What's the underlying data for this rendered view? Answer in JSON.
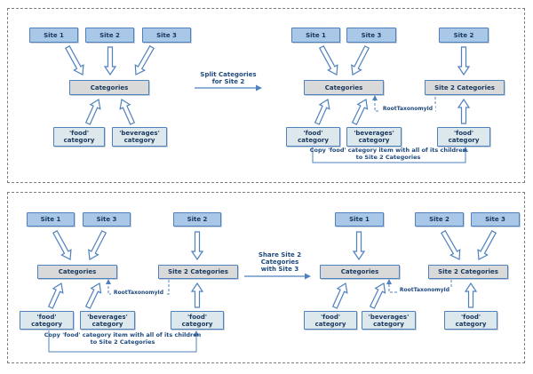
{
  "panel1": {
    "before": {
      "site1": "Site 1",
      "site2": "Site 2",
      "site3": "Site 3",
      "categories": "Categories",
      "food": [
        "'food'",
        "category"
      ],
      "beverages": [
        "'beverages'",
        "category"
      ]
    },
    "transition": [
      "Split Categories",
      "for Site 2"
    ],
    "after": {
      "site1": "Site 1",
      "site3": "Site 3",
      "site2": "Site 2",
      "categories": "Categories",
      "site2_categories": "Site 2 Categories",
      "food": [
        "'food'",
        "category"
      ],
      "beverages": [
        "'beverages'",
        "category"
      ],
      "site2_food": [
        "'food'",
        "category"
      ],
      "root_taxonomy": "RootTaxonomyId",
      "copy_note": [
        "Copy 'food' category item with all of its children",
        "to Site 2 Categories"
      ]
    }
  },
  "panel2": {
    "before": {
      "site1": "Site 1",
      "site3": "Site 3",
      "site2": "Site 2",
      "categories": "Categories",
      "site2_categories": "Site 2 Categories",
      "food": [
        "'food'",
        "category"
      ],
      "beverages": [
        "'beverages'",
        "category"
      ],
      "site2_food": [
        "'food'",
        "category"
      ],
      "root_taxonomy": "RootTaxonomyId",
      "copy_note": [
        "Copy 'food' category item with all of its children",
        "to Site 2 Categories"
      ]
    },
    "transition": [
      "Share Site 2",
      "Categories",
      "with Site 3"
    ],
    "after": {
      "site1": "Site 1",
      "site2": "Site 2",
      "site3": "Site 3",
      "categories": "Categories",
      "site2_categories": "Site 2 Categories",
      "food": [
        "'food'",
        "category"
      ],
      "beverages": [
        "'beverages'",
        "category"
      ],
      "site2_food": [
        "'food'",
        "category"
      ],
      "root_taxonomy": "RootTaxonomyId"
    }
  },
  "colors": {
    "site_box_fill": "#a9c7e7",
    "categories_box_fill": "#d9d9d9",
    "child_box_fill": "#dde8ed",
    "box_border": "#4f81bd",
    "box_text": "#17365d",
    "annotation_text": "#1f497d",
    "arrow_stroke": "#4f81bd",
    "panel_border": "#7f7f7f"
  }
}
